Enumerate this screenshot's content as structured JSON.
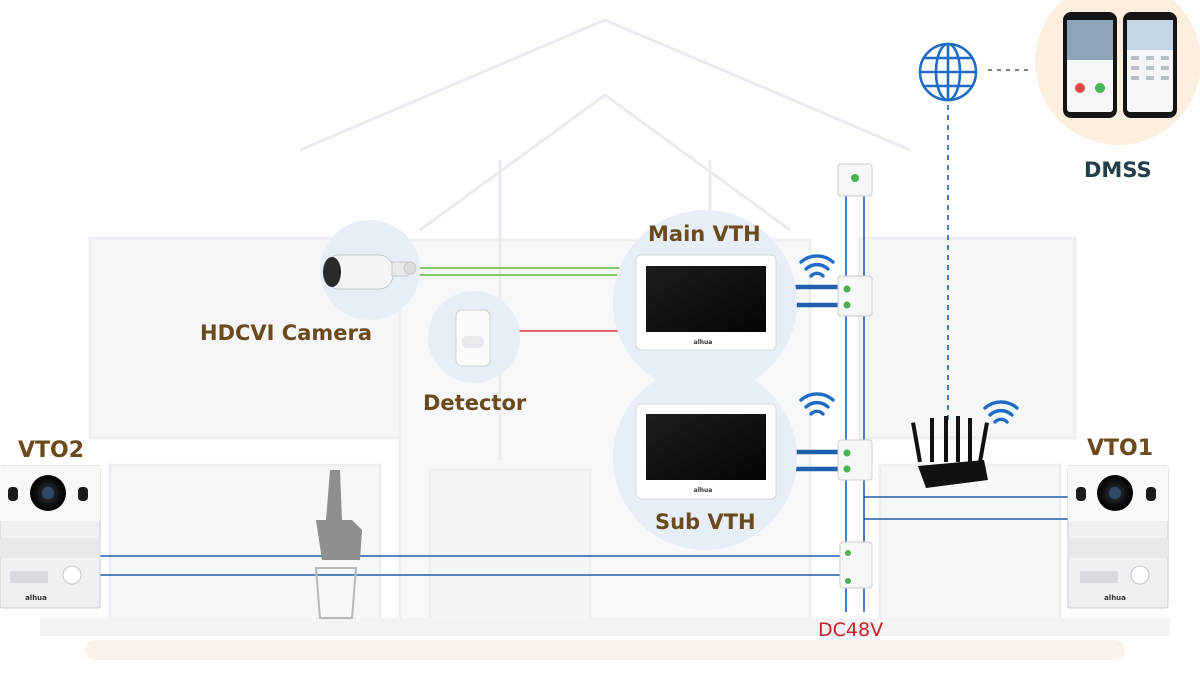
{
  "labels": {
    "main_vth": "Main VTH",
    "sub_vth": "Sub VTH",
    "camera": "HDCVI Camera",
    "detector": "Detector",
    "vto1": "VTO1",
    "vto2": "VTO2",
    "dmss": "DMSS",
    "power": "DC48V"
  },
  "brand": "alhua",
  "icons": {
    "internet": "globe-icon",
    "wireless": "wifi-icon",
    "router": "router-icon",
    "camera": "bullet-camera-icon",
    "detector": "pir-detector-icon",
    "phone": "smartphone-icon",
    "hand": "hand-icon"
  },
  "colors": {
    "label_brown": "#6b4a1e",
    "dmss_text": "#23404a",
    "power_red": "#c8202a",
    "line_blue": "#1f5fae",
    "line_green": "#5cb83a",
    "line_red": "#d23a3a"
  }
}
